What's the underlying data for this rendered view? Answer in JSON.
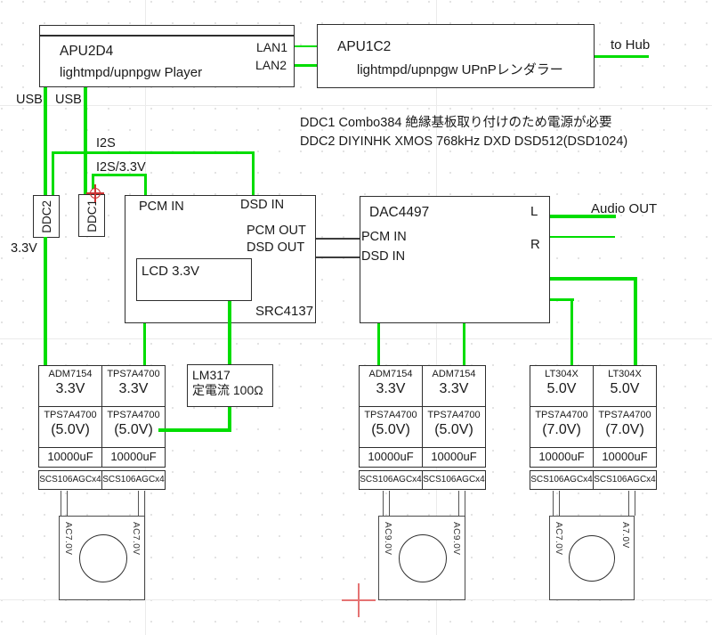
{
  "colors": {
    "wire_green": "#00dd00",
    "marker_red": "#cc3333",
    "crosshair_red": "#e57373"
  },
  "notes": {
    "line1": "DDC1 Combo384 絶縁基板取り付けのため電源が必要",
    "line2": "DDC2 DIYINHK XMOS 768kHz DXD DSD512(DSD1024)"
  },
  "apu2d4": {
    "title": "APU2D4",
    "subtitle": "lightmpd/upnpgw Player",
    "lan1": "LAN1",
    "lan2": "LAN2"
  },
  "apu1c2": {
    "title": "APU1C2",
    "subtitle": "lightmpd/upnpgw UPnPレンダラー"
  },
  "labels": {
    "to_hub": "to Hub",
    "usb_left": "USB",
    "usb_right": "USB",
    "i2s": "I2S",
    "i2s_33": "I2S/3.3V",
    "v33": "3.3V",
    "audio_out": "Audio OUT"
  },
  "ddc": {
    "ddc1": "DDC1",
    "ddc2": "DDC2"
  },
  "src4137": {
    "pcm_in": "PCM IN",
    "dsd_in": "DSD IN",
    "pcm_out": "PCM OUT",
    "dsd_out": "DSD OUT",
    "lcd": "LCD 3.3V",
    "name": "SRC4137"
  },
  "dac4497": {
    "name": "DAC4497",
    "pcm_in": "PCM IN",
    "dsd_in": "DSD IN",
    "l": "L",
    "r": "R"
  },
  "lm317": {
    "name": "LM317",
    "desc": "定電流 100Ω"
  },
  "psu": {
    "stacks": [
      {
        "cols": [
          {
            "reg": "ADM7154",
            "v": "3.3V",
            "reg2": "TPS7A4700",
            "v2": "(5.0V)",
            "cap": "10000uF",
            "sbd": "SCS106AGCx4"
          },
          {
            "reg": "TPS7A4700",
            "v": "3.3V",
            "reg2": "TPS7A4700",
            "v2": "(5.0V)",
            "cap": "10000uF",
            "sbd": "SCS106AGCx4"
          }
        ],
        "tx": {
          "left": "AC7.0V",
          "right": "AC7.0V"
        }
      },
      {
        "cols": [
          {
            "reg": "ADM7154",
            "v": "3.3V",
            "reg2": "TPS7A4700",
            "v2": "(5.0V)",
            "cap": "10000uF",
            "sbd": "SCS106AGCx4"
          },
          {
            "reg": "ADM7154",
            "v": "3.3V",
            "reg2": "TPS7A4700",
            "v2": "(5.0V)",
            "cap": "10000uF",
            "sbd": "SCS106AGCx4"
          }
        ],
        "tx": {
          "left": "AC9.0V",
          "right": "AC9.0V"
        }
      },
      {
        "cols": [
          {
            "reg": "LT304X",
            "v": "5.0V",
            "reg2": "TPS7A4700",
            "v2": "(7.0V)",
            "cap": "10000uF",
            "sbd": "SCS106AGCx4"
          },
          {
            "reg": "LT304X",
            "v": "5.0V",
            "reg2": "TPS7A4700",
            "v2": "(7.0V)",
            "cap": "10000uF",
            "sbd": "SCS106AGCx4"
          }
        ],
        "tx": {
          "left": "AC7.0V",
          "right": "A7.0V"
        }
      }
    ]
  }
}
